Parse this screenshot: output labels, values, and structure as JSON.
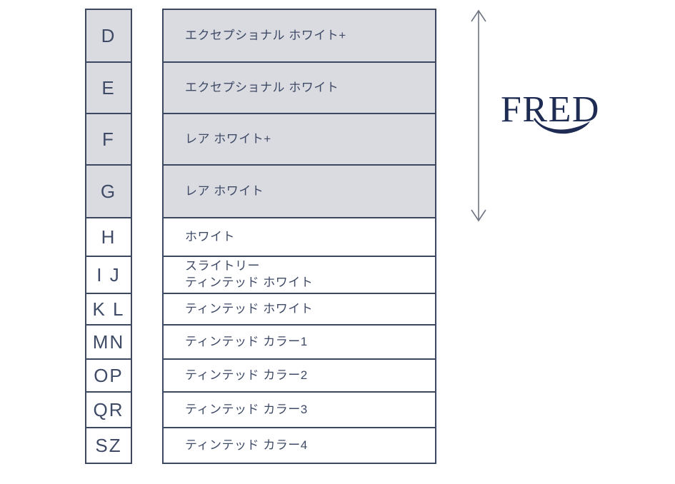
{
  "brand": {
    "logo_text": "FRED"
  },
  "scale": {
    "title_implied": "diamond-color-scale",
    "rows": [
      {
        "grade": "D",
        "label": "エクセプショナル ホワイト+",
        "highlighted": true
      },
      {
        "grade": "E",
        "label": "エクセプショナル ホワイト",
        "highlighted": true
      },
      {
        "grade": "F",
        "label": "レア ホワイト+",
        "highlighted": true
      },
      {
        "grade": "G",
        "label": "レア ホワイト",
        "highlighted": true
      },
      {
        "grade": "H",
        "label": "ホワイト",
        "highlighted": false
      },
      {
        "grade": "I J",
        "label": "スライトリー\nティンテッド ホワイト",
        "highlighted": false
      },
      {
        "grade": "K L",
        "label": "ティンテッド ホワイト",
        "highlighted": false
      },
      {
        "grade": "MN",
        "label": "ティンテッド カラー1",
        "highlighted": false
      },
      {
        "grade": "OP",
        "label": "ティンテッド カラー2",
        "highlighted": false
      },
      {
        "grade": "QR",
        "label": "ティンテッド カラー3",
        "highlighted": false
      },
      {
        "grade": "SZ",
        "label": "ティンテッド カラー4",
        "highlighted": false
      }
    ],
    "colors": {
      "highlight_fill": "#d9dbe0",
      "row_fill": "#ffffff",
      "border": "#3c4760",
      "text": "#3f4a66",
      "logo": "#1e2b52",
      "arrow": "#6e7482"
    },
    "arrow_range": "D-G"
  }
}
